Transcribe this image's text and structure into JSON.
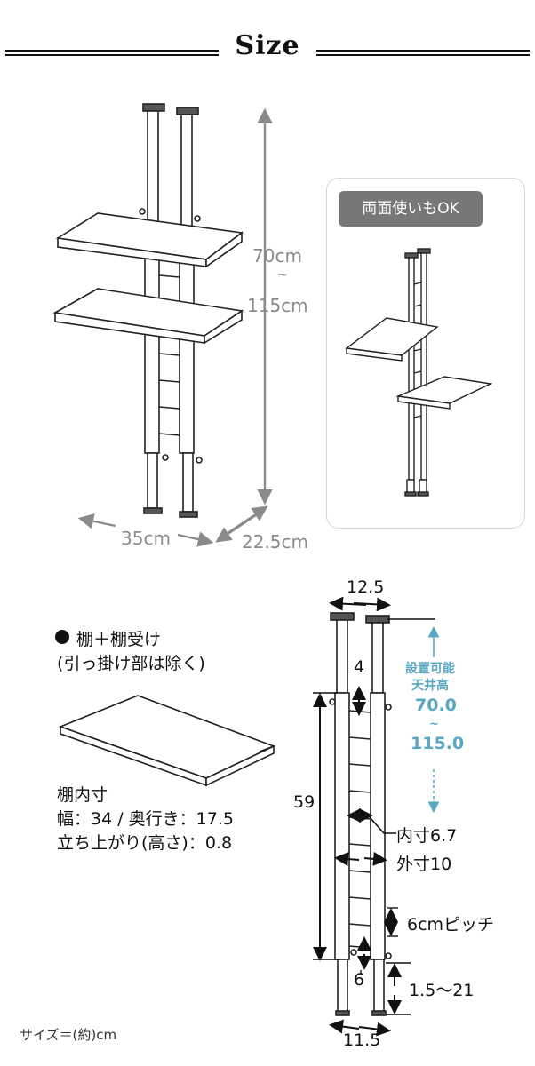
{
  "title": "Size",
  "top": {
    "height_min": "70cm",
    "height_tilde": "~",
    "height_max": "115cm",
    "width": "35cm",
    "depth": "22.5cm"
  },
  "panel": {
    "badge": "両面使いもOK"
  },
  "shelf_spec": {
    "heading": "棚＋棚受け",
    "note": "(引っ掛け部は除く)",
    "inner_title": "棚内寸",
    "line1": "幅：34 / 奥行き：17.5",
    "line2": "立ち上がり(高さ)：0.8"
  },
  "pole": {
    "top_width": "12.5",
    "gap": "4",
    "height": "59",
    "inner": "内寸6.7",
    "outer": "外寸10",
    "pitch": "6cmピッチ",
    "small": "6",
    "adjust": "1.5〜21",
    "bottom_width": "11.5",
    "ceiling_label_1": "設置可能",
    "ceiling_label_2": "天井高",
    "ceiling_min": "70.0",
    "ceiling_tilde": "~",
    "ceiling_max": "115.0"
  },
  "footer_note": "サイズ＝(約)cm"
}
